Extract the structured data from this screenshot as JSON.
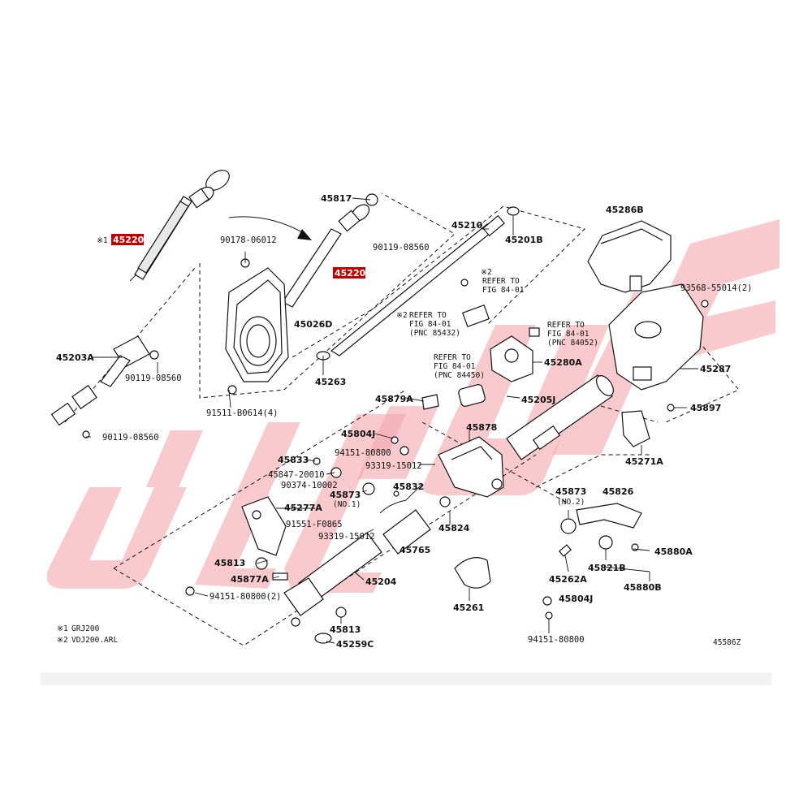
{
  "diagram": {
    "figure_number": "45586Z",
    "footnotes": [
      {
        "mark": "※1",
        "text": "GRJ200"
      },
      {
        "mark": "※2",
        "text": "VDJ200.ARL"
      }
    ],
    "watermark_color": "#f4a8ae",
    "highlight_color": "#c00000",
    "highlighted_parts": [
      {
        "prefix": "※1",
        "part": "45220"
      },
      {
        "prefix": "",
        "part": "45220"
      }
    ],
    "labels": [
      "45817",
      "45210",
      "90119-08560",
      "45201B",
      "45286B",
      "90178-06012",
      "45026D",
      "45203A",
      "90119-08560",
      "45263",
      "91511-B0614(4)",
      "90119-08560",
      "93568-55014(2)",
      "45287",
      "45280A",
      "45205J",
      "45897",
      "45271A",
      "45879A",
      "45804J",
      "94151-80800",
      "45878",
      "45833",
      "93319-15012",
      "45847-20010",
      "90374-10002",
      "45873",
      "(NO.1)",
      "45832",
      "45277A",
      "91551-F0865",
      "93319-15012",
      "45765",
      "45824",
      "45873",
      "(NO.2)",
      "45826",
      "45813",
      "45821B",
      "45880A",
      "45877A",
      "45262A",
      "45880B",
      "45204",
      "94151-80800(2)",
      "45804J",
      "45261",
      "45813",
      "45259C",
      "94151-80800"
    ],
    "refer_notes": [
      {
        "mark": "※2",
        "line1": "REFER TO",
        "line2": "FIG 84-01",
        "pnc": ""
      },
      {
        "mark": "※2",
        "line1": "REFER TO",
        "line2": "FIG 84-01",
        "pnc": "(PNC 85432)"
      },
      {
        "mark": "",
        "line1": "REFER TO",
        "line2": "FIG 84-01",
        "pnc": "(PNC 84052)"
      },
      {
        "mark": "",
        "line1": "REFER TO",
        "line2": "FIG 84-01",
        "pnc": "(PNC 84450)"
      }
    ]
  }
}
